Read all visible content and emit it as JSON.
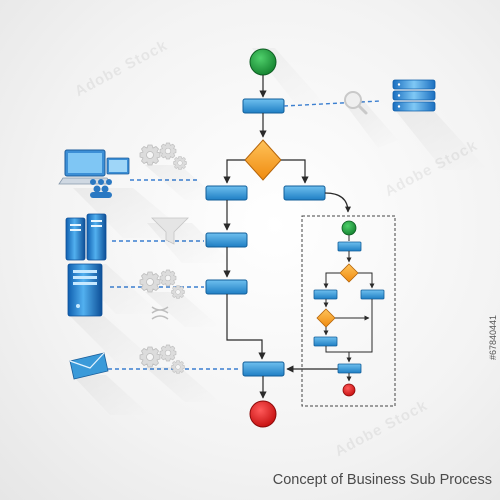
{
  "caption": "Concept of Business Sub Process",
  "stock_id": "#67840441",
  "watermark_text": "Adobe Stock",
  "colors": {
    "start": "#1e9a3c",
    "end": "#e01a1a",
    "process": "#3a9ad9",
    "decision": "#f59a1a",
    "connector": "#3b7fd0",
    "line": "#2a2a2a"
  },
  "icons": {
    "database": "database-icon",
    "magnifier": "magnifier-icon",
    "laptop_users": "laptop-users-icon",
    "gears": "gears-icon",
    "filter": "filter-icon",
    "server_pair": "server-pair-icon",
    "server": "server-icon",
    "dna": "dna-icon",
    "envelope": "envelope-icon"
  },
  "subprocess": {
    "style": "dashed-frame"
  }
}
